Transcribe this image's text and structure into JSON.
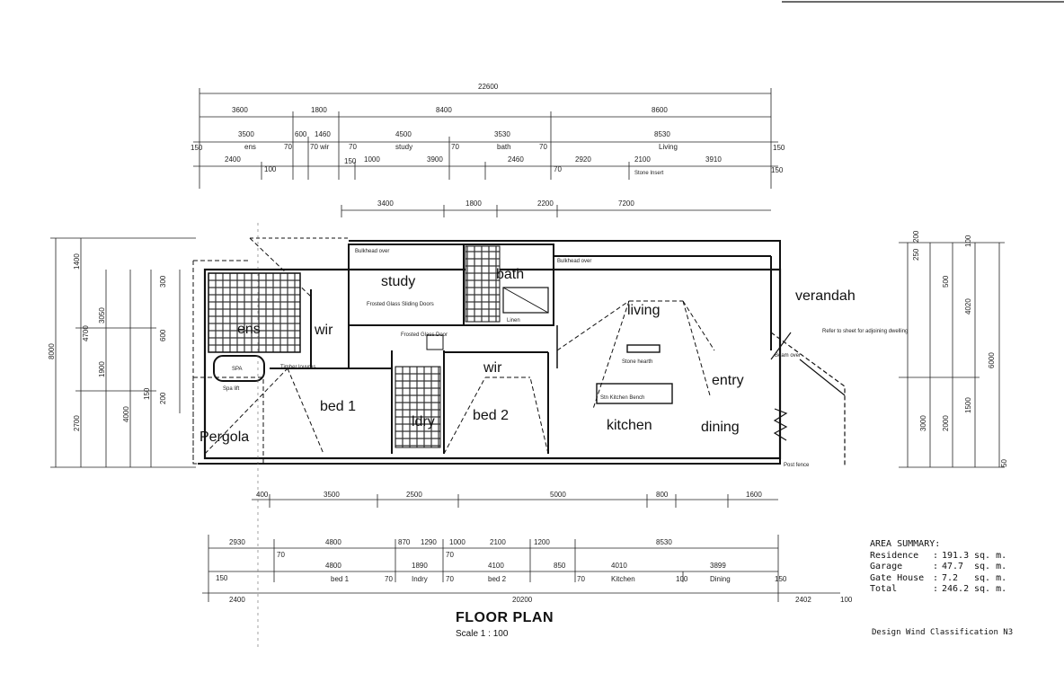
{
  "title": "FLOOR PLAN",
  "scale": "Scale 1 : 100",
  "rooms": {
    "study": "study",
    "bath": "bath",
    "living": "living",
    "verandah": "verandah",
    "ens": "ens",
    "wir1": "wir",
    "wir2": "wir",
    "entry": "entry",
    "bed1": "bed 1",
    "bed2": "bed 2",
    "ldry": "ldry",
    "kitchen": "kitchen",
    "dining": "dining",
    "pergola": "Pergola",
    "spa": "SPA"
  },
  "notes": {
    "bulkhead1": "Bulkhead over",
    "bulkhead2": "Bulkhead over",
    "sliding": "Frosted Glass Sliding Doors",
    "linen": "Linen",
    "stone_hearth": "Stone hearth",
    "kitchen_bench": "Stn Kitchen Bench",
    "refer": "Refer to sheet for adjoining dwelling",
    "beam": "Beam over",
    "post_fence": "Post fence",
    "timber_louvres": "Timber louvres",
    "spa_lift": "Spa lift",
    "fridge": "Frosted Glass Door"
  },
  "top_dims": {
    "overall": "22600",
    "row1": [
      "3600",
      "1800",
      "8400",
      "8600"
    ],
    "row2": [
      "150",
      "3500",
      "600",
      "1460",
      "4500",
      "3530",
      "8530",
      "150"
    ],
    "row2_labels": [
      "ens",
      "70",
      "70 wir",
      "70",
      "study",
      "70",
      "bath",
      "70",
      "Living"
    ],
    "row3": [
      "2400",
      "100",
      "150",
      "1000",
      "3900",
      "2460",
      "70",
      "2920",
      "2100",
      "3910",
      "150"
    ],
    "row3_note": "Stone Insert",
    "row4": [
      "3400",
      "1800",
      "2200",
      "7200"
    ]
  },
  "bottom_dims": {
    "row1": [
      "400",
      "3500",
      "2500",
      "5000",
      "800",
      "1600"
    ],
    "row2": [
      "2930",
      "4800",
      "870",
      "1290",
      "1000",
      "2100",
      "1200",
      "8530"
    ],
    "row3": [
      "70",
      "4800",
      "1890",
      "70",
      "4100",
      "850",
      "4010",
      "3899",
      "150"
    ],
    "row3_labels": [
      "150",
      "bed 1",
      "70",
      "Indry",
      "70",
      "bed 2",
      "70",
      "Kitchen",
      "100",
      "Dining",
      "150"
    ],
    "row4": [
      "2400",
      "20200",
      "2402",
      "100"
    ]
  },
  "left_dims": [
    "8000",
    "1400",
    "4700",
    "3050",
    "1900",
    "2700",
    "4000",
    "150",
    "300",
    "600",
    "200"
  ],
  "right_dims": [
    "4020",
    "6000",
    "3000",
    "2000",
    "1500",
    "250",
    "500",
    "50",
    "200",
    "100"
  ],
  "area_summary": {
    "heading": "AREA SUMMARY:",
    "rows": [
      {
        "label": "Residence",
        "sep": ":",
        "value": "191.3",
        "unit": "sq. m."
      },
      {
        "label": "Garage",
        "sep": ":",
        "value": "47.7",
        "unit": "sq. m."
      },
      {
        "label": "Gate House",
        "sep": ":",
        "value": "7.2",
        "unit": "sq. m."
      },
      {
        "label": "Total",
        "sep": ":",
        "value": "246.2",
        "unit": "sq. m."
      }
    ]
  },
  "wind": "Design Wind Classification N3"
}
